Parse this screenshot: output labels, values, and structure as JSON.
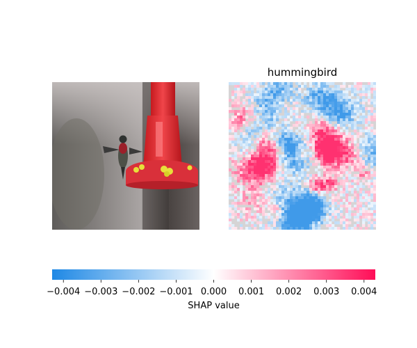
{
  "chart_data": {
    "type": "heatmap",
    "panels": [
      {
        "kind": "input-image",
        "title": "",
        "image_subject": "hummingbird hovering near a red feeder with yellow flower ports"
      },
      {
        "kind": "attribution-map",
        "title": "hummingbird"
      }
    ],
    "colorbar": {
      "label": "SHAP value",
      "range": [
        -0.0043,
        0.0043
      ],
      "ticks": [
        "−0.004",
        "−0.003",
        "−0.002",
        "−0.001",
        "0.000",
        "0.001",
        "0.002",
        "0.003",
        "0.004"
      ],
      "tick_values": [
        -0.004,
        -0.003,
        -0.002,
        -0.001,
        0.0,
        0.001,
        0.002,
        0.003,
        0.004
      ],
      "color_negative": "#1e88e5",
      "color_zero": "#ffffff",
      "color_positive": "#ff0d57"
    }
  }
}
